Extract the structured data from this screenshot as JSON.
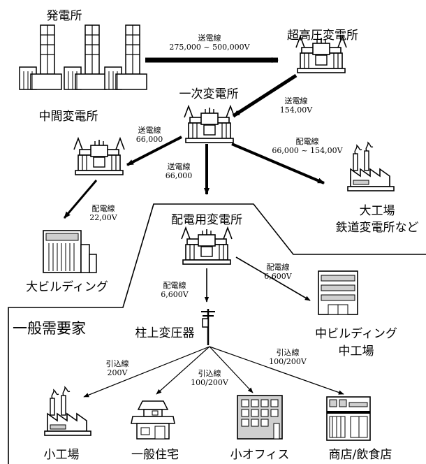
{
  "nodes": {
    "power_plant": "発電所",
    "ultra_high_substation": "超高圧変電所",
    "primary_substation": "一次変電所",
    "intermediate_substation": "中間変電所",
    "distribution_substation": "配電用変電所",
    "large_factory": "大工場",
    "railway_substation": "鉄道変電所など",
    "large_building": "大ビルディング",
    "pole_transformer": "柱上変圧器",
    "medium_building": "中ビルディング",
    "medium_factory": "中工場",
    "small_factory": "小工場",
    "house": "一般住宅",
    "small_office": "小オフィス",
    "shop": "商店/飲食店"
  },
  "region": {
    "general_consumers": "一般需要家"
  },
  "links": {
    "l1": {
      "type": "送電線",
      "voltage": "275,000 ~ 500,000V"
    },
    "l2": {
      "type": "送電線",
      "voltage": "154,00V"
    },
    "l3": {
      "type": "送電線",
      "voltage": "66,000"
    },
    "l4": {
      "type": "送電線",
      "voltage": "66,000"
    },
    "l5": {
      "type": "配電線",
      "voltage": "66,000 ~ 154,00V"
    },
    "l6": {
      "type": "配電線",
      "voltage": "22,00V"
    },
    "l7": {
      "type": "配電線",
      "voltage": "6,600V"
    },
    "l8": {
      "type": "配電線",
      "voltage": "6,600V"
    },
    "l9": {
      "type": "引込線",
      "voltage": "200V"
    },
    "l10": {
      "type": "引込線",
      "voltage": "100/200V"
    },
    "l11": {
      "type": "引込線",
      "voltage": "100/200V"
    }
  },
  "colors": {
    "stroke": "#000000",
    "fill": "#ffffff",
    "shade": "#cfcfcf"
  }
}
